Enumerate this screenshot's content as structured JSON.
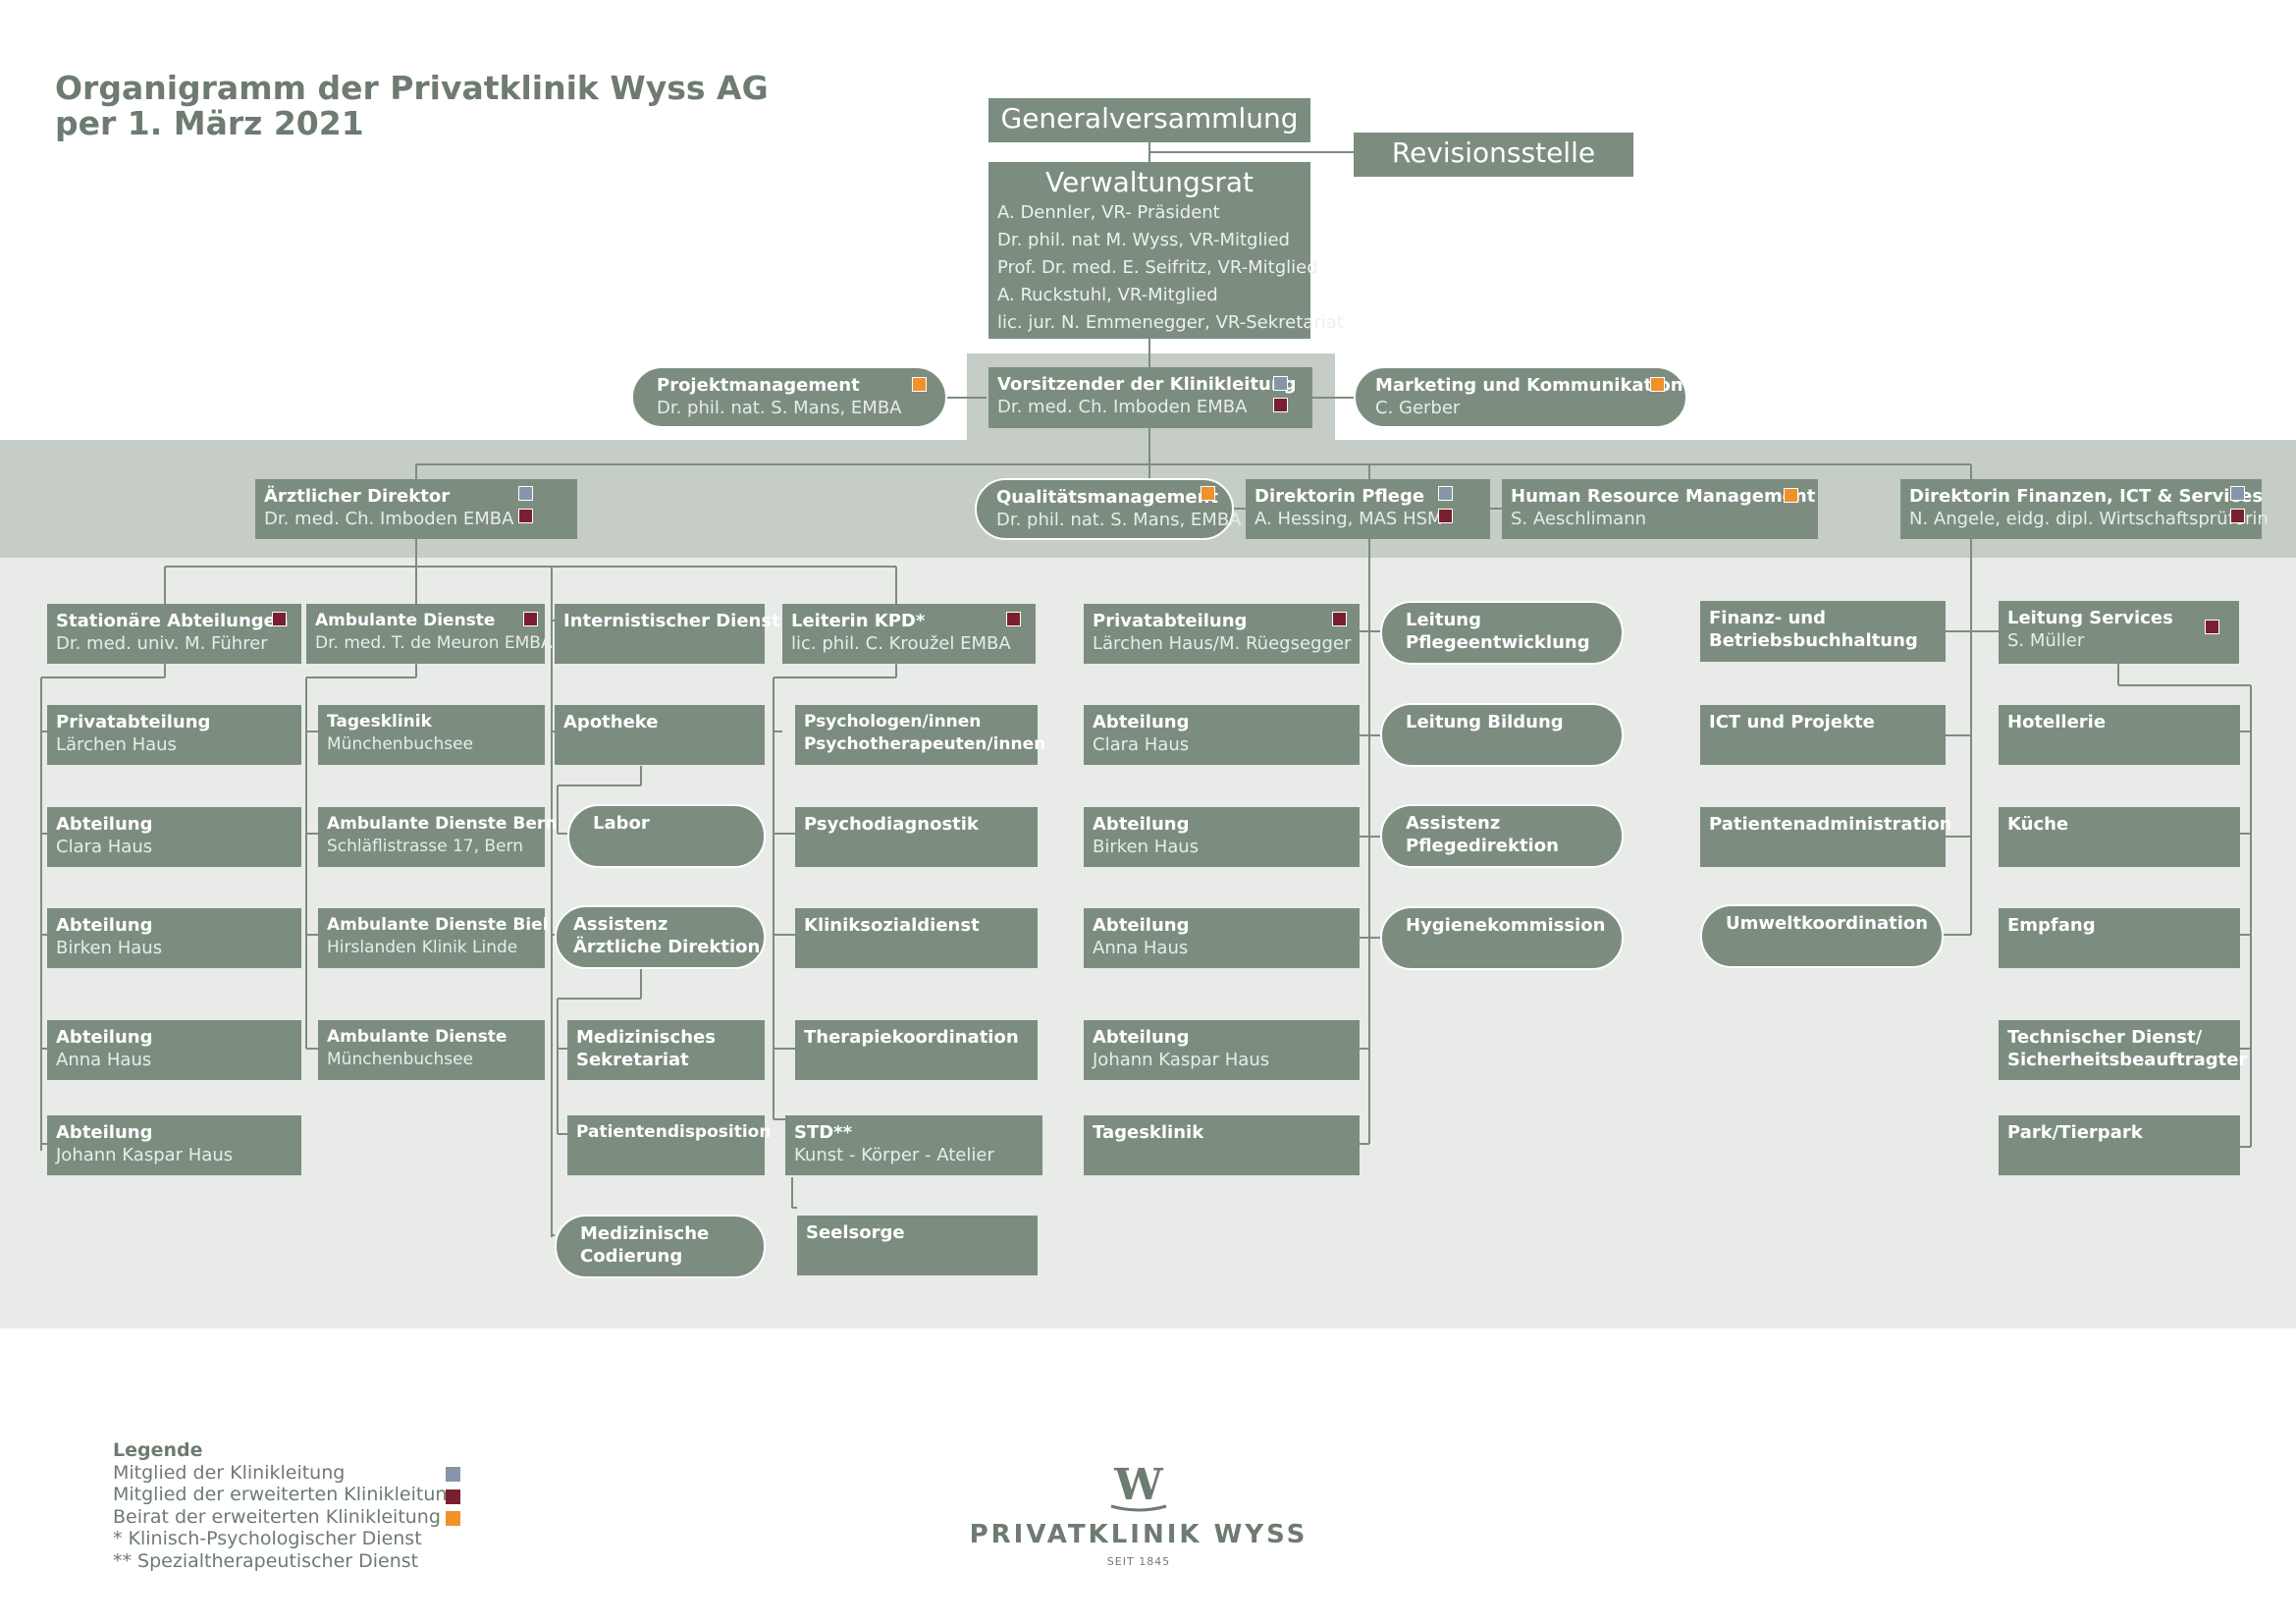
{
  "title": {
    "line1": "Organigramm der Privatklinik Wyss AG",
    "line2": "per 1. März 2021"
  },
  "top": {
    "generalversammlung": "Generalversammlung",
    "revisionsstelle": "Revisionsstelle",
    "verwaltungsrat": {
      "title": "Verwaltungsrat",
      "members": [
        "A. Dennler, VR- Präsident",
        "Dr. phil. nat M. Wyss, VR-Mitglied",
        "Prof. Dr. med. E. Seifritz, VR-Mitglied",
        "A. Ruckstuhl, VR-Mitglied",
        "lic. jur. N. Emmenegger, VR-Sekretariat"
      ]
    }
  },
  "level1": {
    "projektmanagement": {
      "title": "Projektmanagement",
      "sub": "Dr. phil. nat. S. Mans, EMBA"
    },
    "vorsitzender": {
      "title": "Vorsitzender der Klinikleitung",
      "sub": "Dr. med. Ch. Imboden EMBA"
    },
    "marketing": {
      "title": "Marketing und Kommunikation",
      "sub": "C. Gerber"
    }
  },
  "level2": {
    "aerztlicher": {
      "title": "Ärztlicher Direktor",
      "sub": "Dr. med. Ch. Imboden EMBA"
    },
    "qualitaet": {
      "title": "Qualitätsmanagement",
      "sub": "Dr. phil. nat. S. Mans, EMBA"
    },
    "pflege": {
      "title": "Direktorin Pflege",
      "sub": "A. Hessing, MAS HSM"
    },
    "hr": {
      "title": "Human Resource Management",
      "sub": "S. Aeschlimann"
    },
    "finanzen": {
      "title": "Direktorin Finanzen, ICT & Services",
      "sub": "N. Angele, eidg. dipl. Wirtschaftsprüferin"
    }
  },
  "col_stationaer": {
    "head": {
      "title": "Stationäre Abteilungen",
      "sub": "Dr. med. univ. M. Führer"
    },
    "items": [
      {
        "title": "Privatabteilung",
        "sub": "Lärchen Haus"
      },
      {
        "title": "Abteilung",
        "sub": "Clara Haus"
      },
      {
        "title": "Abteilung",
        "sub": "Birken Haus"
      },
      {
        "title": "Abteilung",
        "sub": "Anna Haus"
      },
      {
        "title": "Abteilung",
        "sub": "Johann Kaspar Haus"
      }
    ]
  },
  "col_ambulant": {
    "head": {
      "title": "Ambulante Dienste",
      "sub": "Dr. med. T. de Meuron EMBA"
    },
    "items": [
      {
        "title": "Tagesklinik",
        "sub": "Münchenbuchsee"
      },
      {
        "title": "Ambulante Dienste Bern",
        "sub": "Schläflistrasse 17, Bern"
      },
      {
        "title": "Ambulante Dienste Biel",
        "sub": "Hirslanden Klinik Linde"
      },
      {
        "title": "Ambulante Dienste",
        "sub": "Münchenbuchsee"
      }
    ]
  },
  "col_intern": {
    "head": "Internistischer Dienst",
    "apotheke": "Apotheke",
    "labor": "Labor",
    "assistenz": {
      "l1": "Assistenz",
      "l2": "Ärztliche Direktion"
    },
    "sekretariat": {
      "l1": "Medizinisches",
      "l2": "Sekretariat"
    },
    "patientendisposition": "Patientendisposition",
    "codierung": {
      "l1": "Medizinische",
      "l2": "Codierung"
    }
  },
  "col_kpd": {
    "head": {
      "title": "Leiterin KPD*",
      "sub": "lic. phil. C. Kroužel EMBA"
    },
    "psychologen": {
      "l1": "Psychologen/innen",
      "l2": "Psychotherapeuten/innen"
    },
    "psychodiagnostik": "Psychodiagnostik",
    "kliniksozialdienst": "Kliniksozialdienst",
    "therapiekoordination": "Therapiekoordination",
    "std": {
      "title": "STD**",
      "sub": "Kunst - Körper - Atelier"
    },
    "seelsorge": "Seelsorge"
  },
  "col_pflege": {
    "items": [
      {
        "title": "Privatabteilung",
        "sub": "Lärchen Haus/M. Rüegsegger"
      },
      {
        "title": "Abteilung",
        "sub": "Clara Haus"
      },
      {
        "title": "Abteilung",
        "sub": "Birken Haus"
      },
      {
        "title": "Abteilung",
        "sub": "Anna Haus"
      },
      {
        "title": "Abteilung",
        "sub": "Johann Kaspar Haus"
      },
      {
        "title": "Tagesklinik",
        "sub": ""
      }
    ],
    "right": [
      {
        "l1": "Leitung",
        "l2": "Pflegeentwicklung"
      },
      {
        "l1": "Leitung Bildung",
        "l2": ""
      },
      {
        "l1": "Assistenz",
        "l2": "Pflegedirektion"
      },
      {
        "l1": "Hygienekommission",
        "l2": ""
      }
    ]
  },
  "col_finanzen": {
    "items": [
      {
        "l1": "Finanz- und",
        "l2": "Betriebsbuchhaltung"
      },
      {
        "l1": "ICT und Projekte",
        "l2": ""
      },
      {
        "l1": "Patientenadministration",
        "l2": ""
      },
      {
        "l1": "Umweltkoordination",
        "l2": ""
      }
    ]
  },
  "col_services": {
    "head": {
      "title": "Leitung Services",
      "sub": "S. Müller"
    },
    "items": [
      {
        "l1": "Hotellerie",
        "l2": ""
      },
      {
        "l1": "Küche",
        "l2": ""
      },
      {
        "l1": "Empfang",
        "l2": ""
      },
      {
        "l1": "Technischer Dienst/",
        "l2": "Sicherheitsbeauftragter"
      },
      {
        "l1": "Park/Tierpark",
        "l2": ""
      }
    ]
  },
  "legend": {
    "title": "Legende",
    "items": [
      "Mitglied der Klinikleitung",
      "Mitglied der erweiterten Klinikleitung",
      "Beirat der erweiterten Klinikleitung",
      "* Klinisch-Psychologischer Dienst",
      "** Spezialtherapeutischer Dienst"
    ]
  },
  "logo": {
    "letter": "W",
    "name": "PRIVATKLINIK WYSS",
    "since": "SEIT 1845"
  },
  "colors": {
    "box": "#7c8d80",
    "band_mid": "#c5cdc6",
    "band_low": "#e8ebe8",
    "blue": "#8496a8",
    "red": "#7a1f2e",
    "orange": "#f0912a",
    "title": "#6d7b70"
  }
}
